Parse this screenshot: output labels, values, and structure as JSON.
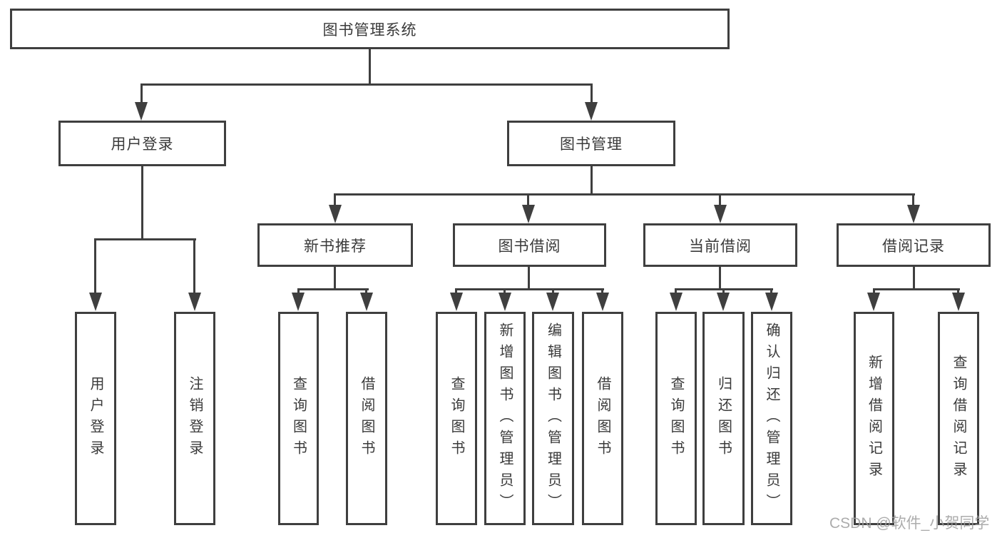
{
  "diagram": {
    "title": "图书管理系统",
    "level2": {
      "login": "用户登录",
      "management": "图书管理"
    },
    "level3": {
      "newbooks": "新书推荐",
      "borrow": "图书借阅",
      "current": "当前借阅",
      "records": "借阅记录"
    },
    "leaves": {
      "login": [
        "用户登录",
        "注销登录"
      ],
      "newbooks": [
        "查询图书",
        "借阅图书"
      ],
      "borrow": [
        "查询图书",
        "新增图书（管理员）",
        "编辑图书（管理员）",
        "借阅图书"
      ],
      "current": [
        "查询图书",
        "归还图书",
        "确认归还（管理员）"
      ],
      "records": [
        "新增借阅记录",
        "查询借阅记录"
      ]
    }
  },
  "watermark": "CSDN @软件_小贺同学",
  "colors": {
    "line": "#3f3f3f",
    "text": "#3a3a3a",
    "watermark": "#9e9e9e",
    "background": "#ffffff"
  }
}
